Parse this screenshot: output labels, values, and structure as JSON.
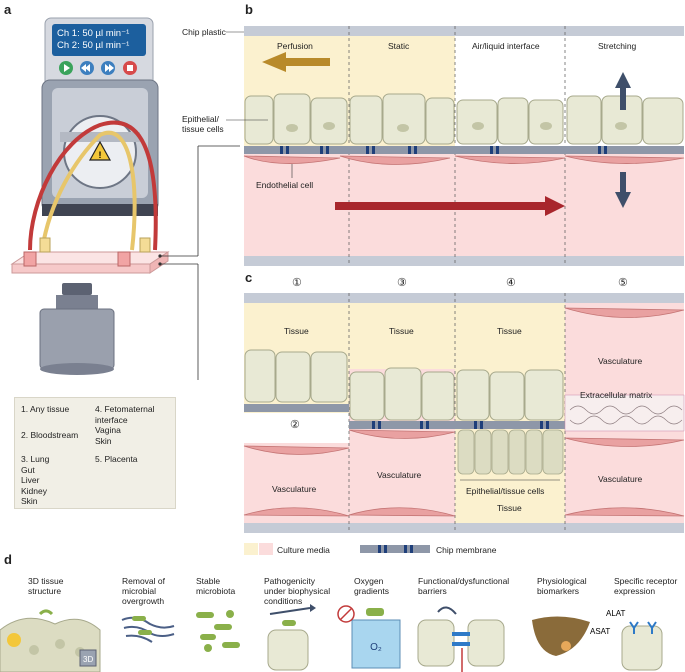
{
  "panel_letters": {
    "a": "a",
    "b": "b",
    "c": "c",
    "d": "d"
  },
  "pump_screen": {
    "line1": "Ch 1: 50 µl min⁻¹",
    "line2": "Ch 2: 50 µl min⁻¹"
  },
  "panel_b": {
    "chip_plastic": "Chip plastic",
    "epithelial": "Epithelial/\ntissue cells",
    "endothelial": "Endothelial cell",
    "modes": [
      "Perfusion",
      "Static",
      "Air/liquid interface",
      "Stretching"
    ]
  },
  "panel_c": {
    "numbers": [
      "①",
      "③",
      "④",
      "⑤"
    ],
    "tissue": "Tissue",
    "circle2": "②",
    "vasculature": "Vasculature",
    "ecm": "Extracellular matrix",
    "epi_tissue": "Epithelial/tissue cells"
  },
  "legend_left": {
    "col1": [
      "1. Any tissue",
      "2. Bloodstream",
      "3. Lung\n    Gut\n    Liver\n    Kidney\n    Skin"
    ],
    "col2": [
      "4. Fetomaternal\n    interface\n    Vagina\n    Skin",
      "5. Placenta"
    ]
  },
  "legend_bottom": {
    "culture": "Culture media",
    "membrane": "Chip membrane"
  },
  "panel_d": {
    "items": [
      "3D tissue\nstructure",
      "Removal of\nmicrobial\novergrowth",
      "Stable\nmicrobiota",
      "Pathogenicity\nunder biophysical\nconditions",
      "Oxygen\ngradients",
      "Functional/dysfunctional\nbarriers",
      "Physiological\nbiomarkers",
      "Specific receptor\nexpression"
    ],
    "badge_3d": "3D",
    "o2": "O₂",
    "asat": "ASAT",
    "alat": "ALAT"
  },
  "colors": {
    "tissue_bg": "#fbf1cf",
    "vessel_bg": "#fbdcdc",
    "cell": "#e8e9d5",
    "endo": "#e9a1a1",
    "membrane": "#8e97a8"
  }
}
